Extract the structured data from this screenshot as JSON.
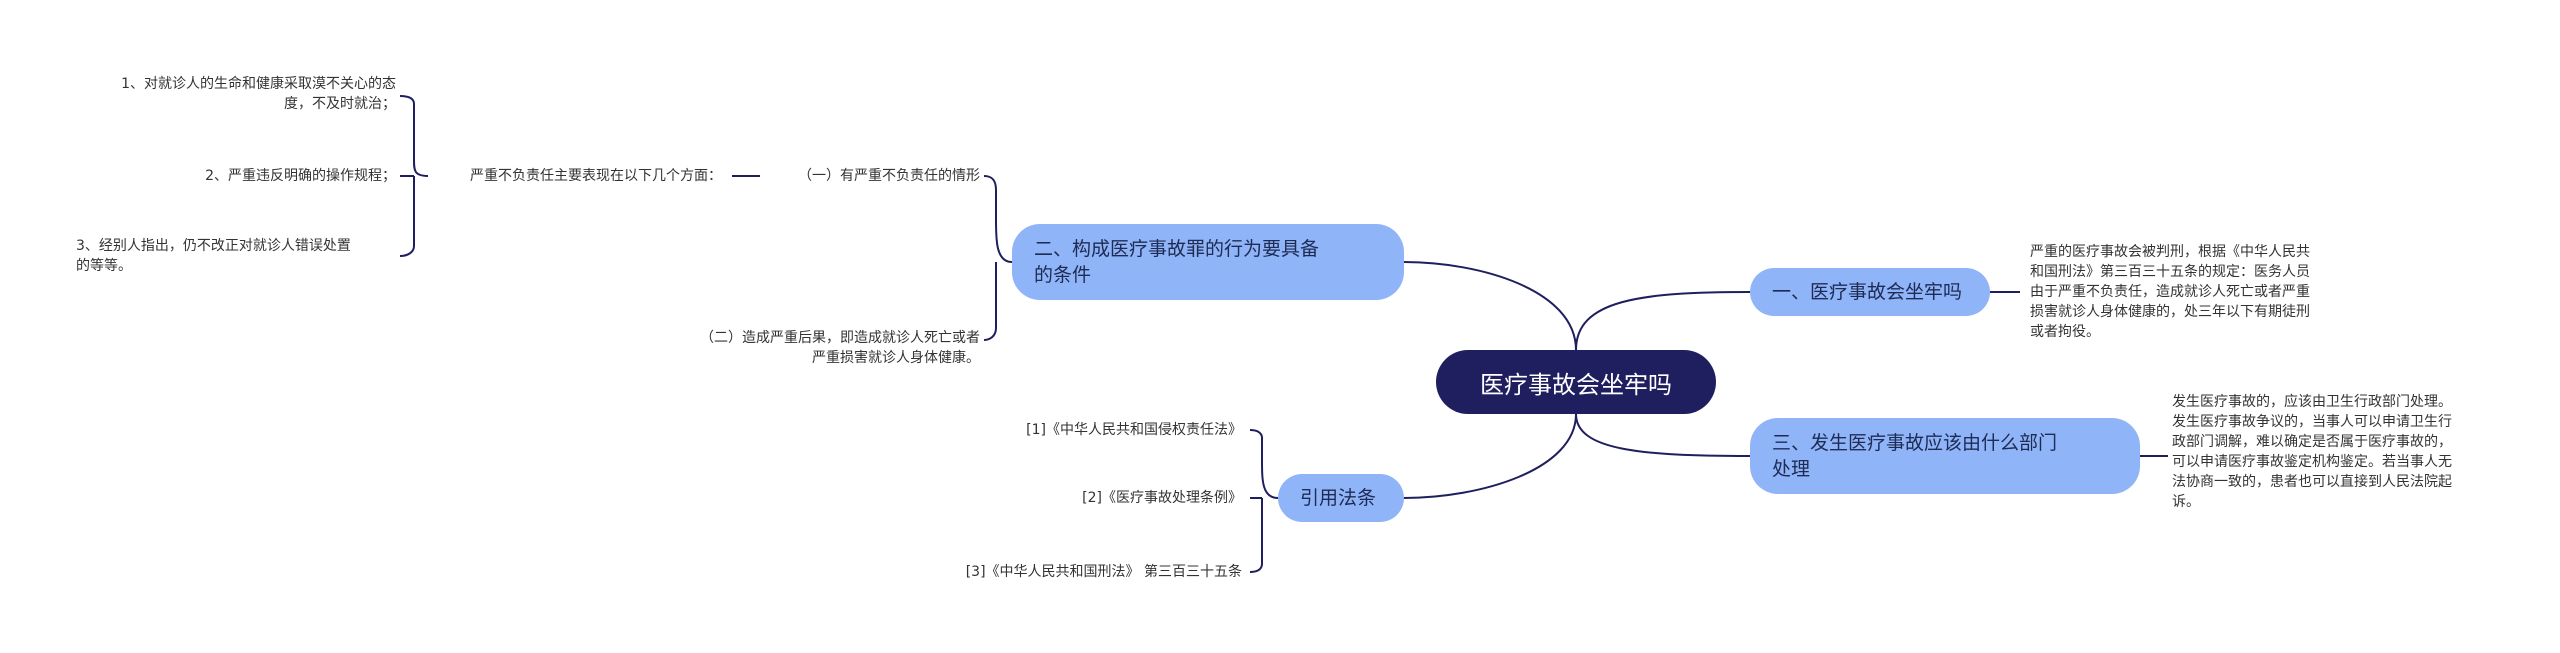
{
  "root": {
    "label": "医疗事故会坐牢吗"
  },
  "branches": {
    "b1": {
      "label": "一、医疗事故会坐牢吗",
      "detail": "严重的医疗事故会被判刑，根据《中华人民共\n和国刑法》第三百三十五条的规定：医务人员\n由于严重不负责任，造成就诊人死亡或者严重\n损害就诊人身体健康的，处三年以下有期徒刑\n或者拘役。"
    },
    "b2": {
      "label": "二、构成医疗事故罪的行为要具备\n的条件",
      "sub1": {
        "label": "（一）有严重不负责任的情形",
        "mid": "严重不负责任主要表现在以下几个方面：",
        "items": [
          "1、对就诊人的生命和健康采取漠不关心的态\n度，不及时就治；",
          "2、严重违反明确的操作规程；",
          "3、经别人指出，仍不改正对就诊人错误处置\n的等等。"
        ]
      },
      "sub2": {
        "label": "（二）造成严重后果，即造成就诊人死亡或者\n严重损害就诊人身体健康。"
      }
    },
    "b3": {
      "label": "三、发生医疗事故应该由什么部门\n处理",
      "detail": "发生医疗事故的，应该由卫生行政部门处理。\n发生医疗事故争议的，当事人可以申请卫生行\n政部门调解，难以确定是否属于医疗事故的，\n可以申请医疗事故鉴定机构鉴定。若当事人无\n法协商一致的，患者也可以直接到人民法院起\n诉。"
    },
    "b4": {
      "label": "引用法条",
      "refs": [
        "[1]《中华人民共和国侵权责任法》",
        "[2]《医疗事故处理条例》",
        "[3]《中华人民共和国刑法》 第三百三十五条"
      ]
    }
  },
  "colors": {
    "root_bg": "#1f1f5f",
    "branch_bg": "#8fb4f7",
    "line": "#1f1f5f"
  }
}
